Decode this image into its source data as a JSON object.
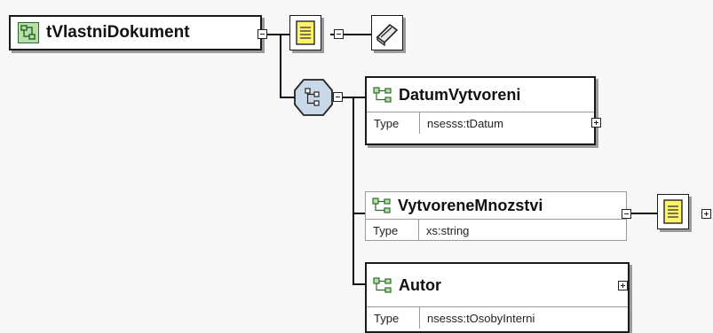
{
  "root": {
    "name": "tVlastniDokument"
  },
  "elements": [
    {
      "name": "DatumVytvoreni",
      "type_key": "Type",
      "type_value": "nsesss:tDatum"
    },
    {
      "name": "VytvoreneMnozstvi",
      "type_key": "Type",
      "type_value": "xs:string"
    },
    {
      "name": "Autor",
      "type_key": "Type",
      "type_value": "nsesss:tOsobyInterni"
    }
  ],
  "icons": {
    "root": "complex-type-icon",
    "annotation": "documentation-icon",
    "appinfo": "appinfo-icon",
    "sequence": "sequence-compositor-icon",
    "element": "element-icon"
  },
  "colors": {
    "complex_type_fill": "#b8dfa8",
    "documentation_fill": "#fff36b",
    "sequence_fill": "#c9d8e8",
    "border": "#1a1a1a",
    "shadow": "#9b9b9b"
  }
}
